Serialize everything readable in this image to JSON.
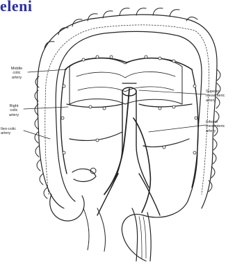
{
  "header": {
    "title": "eleni"
  },
  "labels": {
    "middle_colic_artery": "Middle\ncolic\nartery",
    "right_colic_artery": "Right\ncolic\nartery",
    "ileo_colic_artery": "Ileo-colic\nartery",
    "superior_mesenteric_artery": "Superior\nmesenteric\nartery",
    "inferior_mesenteric_artery": "Inferior\nmesenteric\nartery"
  },
  "colors": {
    "title": "#2b2fa8",
    "ink": "#222222",
    "background": "#ffffff"
  }
}
